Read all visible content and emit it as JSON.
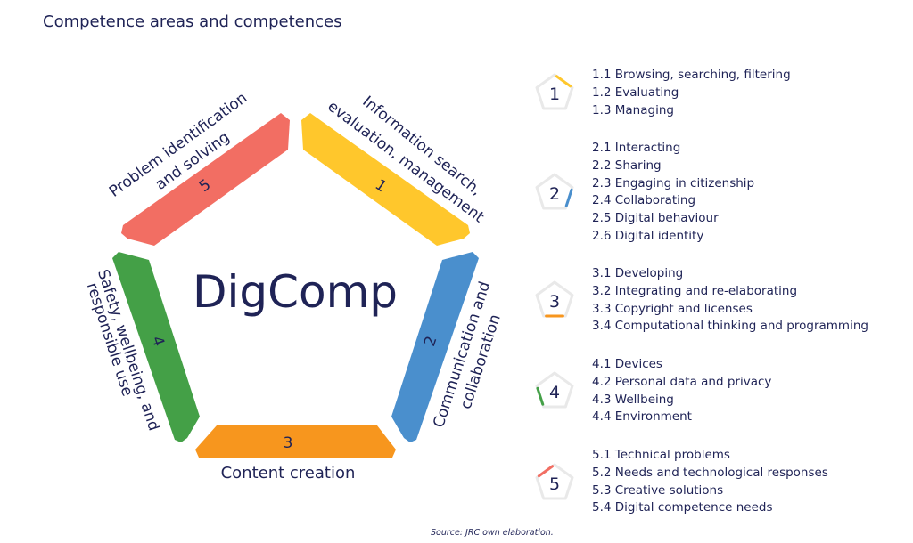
{
  "title": "Competence areas and competences",
  "center_label": "DigComp",
  "areas": [
    {
      "number": "1",
      "color": "#FFC72C",
      "label_lines": [
        "Information search,",
        "evaluation, management"
      ],
      "items": [
        "1.1 Browsing, searching, filtering",
        "1.2 Evaluating",
        "1.3 Managing"
      ]
    },
    {
      "number": "2",
      "color": "#4A8FCD",
      "label_lines": [
        "Communication and",
        "collaboration"
      ],
      "items": [
        "2.1 Interacting",
        "2.2 Sharing",
        "2.3 Engaging in citizenship",
        "2.4 Collaborating",
        "2.5 Digital behaviour",
        "2.6 Digital identity"
      ]
    },
    {
      "number": "3",
      "color": "#F7961E",
      "label_lines": [
        "Content creation"
      ],
      "items": [
        "3.1 Developing",
        "3.2 Integrating and re-elaborating",
        "3.3 Copyright and licenses",
        "3.4 Computational thinking and programming"
      ]
    },
    {
      "number": "4",
      "color": "#44A047",
      "label_lines": [
        "Safety, wellbeing, and",
        "responsible use"
      ],
      "items": [
        "4.1 Devices",
        "4.2 Personal data and privacy",
        "4.3 Wellbeing",
        "4.4 Environment"
      ]
    },
    {
      "number": "5",
      "color": "#F26E63",
      "label_lines": [
        "Problem identification",
        "and solving"
      ],
      "items": [
        "5.1 Technical problems",
        "5.2 Needs and technological responses",
        "5.3 Creative solutions",
        "5.4 Digital competence needs"
      ]
    }
  ],
  "source": "Source: JRC own elaboration."
}
